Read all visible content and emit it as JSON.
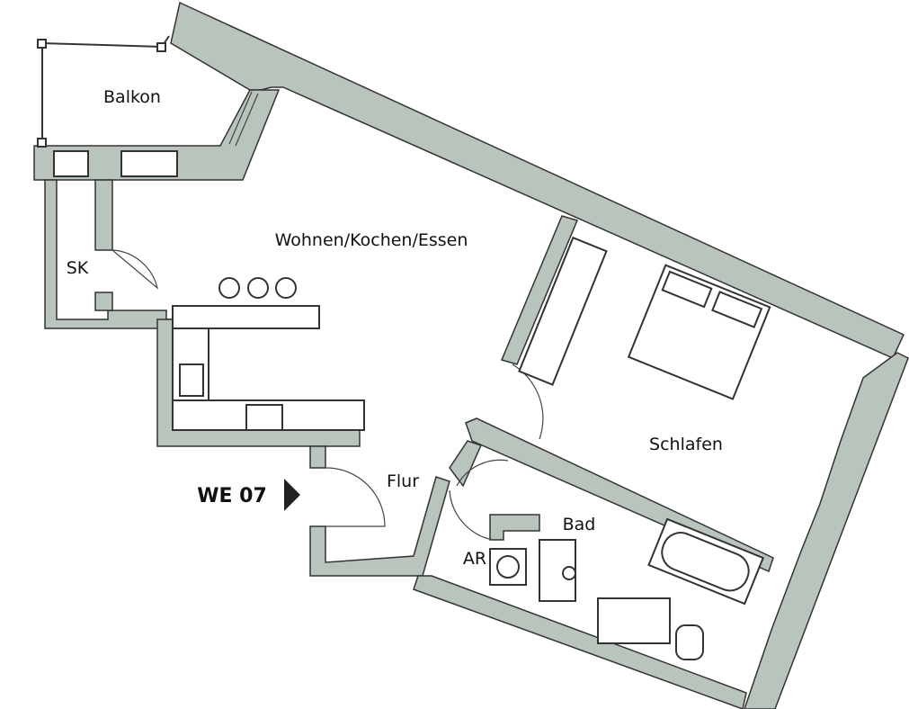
{
  "rooms": {
    "balkon": "Balkon",
    "wohnen": "Wohnen/Kochen/Essen",
    "sk": "SK",
    "schlafen": "Schlafen",
    "flur": "Flur",
    "bad": "Bad",
    "ar": "AR"
  },
  "unit_label": "WE 07",
  "colors": {
    "wall": "#b9c4bd",
    "line": "#333333"
  }
}
